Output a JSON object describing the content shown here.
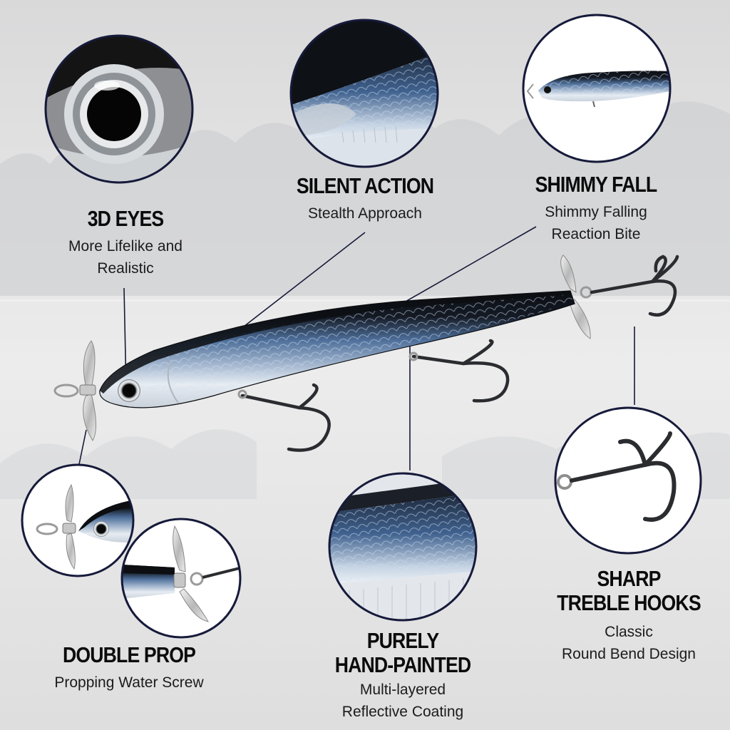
{
  "features": {
    "eyes": {
      "title": "3D EYES",
      "desc_1": "More Lifelike and",
      "desc_2": "Realistic"
    },
    "silent": {
      "title": "SILENT ACTION",
      "desc_1": "Stealth Approach"
    },
    "shimmy": {
      "title": "SHIMMY FALL",
      "desc_1": "Shimmy Falling",
      "desc_2": "Reaction Bite"
    },
    "prop": {
      "title": "DOUBLE PROP",
      "desc_1": "Propping Water Screw"
    },
    "paint": {
      "title_1": "PURELY",
      "title_2": "HAND-PAINTED",
      "desc_1": "Multi-layered",
      "desc_2": "Reflective Coating"
    },
    "hooks": {
      "title_1": "SHARP",
      "title_2": "TREBLE HOOKS",
      "desc_1": "Classic",
      "desc_2": "Round Bend Design"
    }
  },
  "colors": {
    "background": "#e6e6e7",
    "circle_border": "#161a3a",
    "leader_line": "#161a3a",
    "lure_back": "#0e1116",
    "lure_side": "#3f5d86",
    "lure_belly": "#e9eef3"
  },
  "icons": [
    "eye-closeup",
    "scales-closeup",
    "lure-thumbnail",
    "propeller-closeup",
    "tail-prop-closeup",
    "paint-closeup",
    "treble-hook-closeup"
  ]
}
